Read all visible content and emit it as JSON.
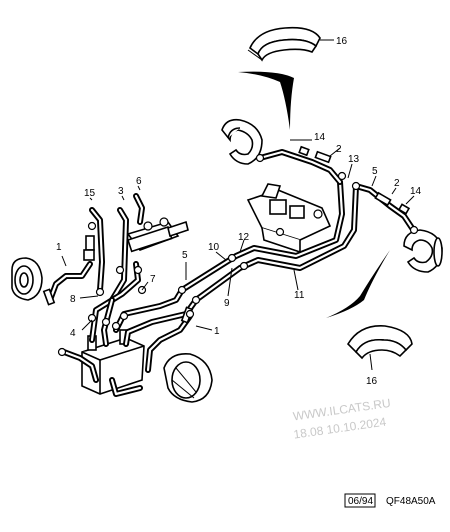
{
  "callouts": [
    {
      "id": "c16a",
      "text": "16"
    },
    {
      "id": "c14a",
      "text": "14"
    },
    {
      "id": "c2a",
      "text": "2"
    },
    {
      "id": "c13",
      "text": "13"
    },
    {
      "id": "c5a",
      "text": "5"
    },
    {
      "id": "c2b",
      "text": "2"
    },
    {
      "id": "c14b",
      "text": "14"
    },
    {
      "id": "c15",
      "text": "15"
    },
    {
      "id": "c3",
      "text": "3"
    },
    {
      "id": "c6",
      "text": "6"
    },
    {
      "id": "c1a",
      "text": "1"
    },
    {
      "id": "c8",
      "text": "8"
    },
    {
      "id": "c7",
      "text": "7"
    },
    {
      "id": "c10",
      "text": "10"
    },
    {
      "id": "c12",
      "text": "12"
    },
    {
      "id": "c5b",
      "text": "5"
    },
    {
      "id": "c9",
      "text": "9"
    },
    {
      "id": "c11",
      "text": "11"
    },
    {
      "id": "c4",
      "text": "4"
    },
    {
      "id": "c1b",
      "text": "1"
    },
    {
      "id": "c16b",
      "text": "16"
    }
  ],
  "watermark": {
    "line1": "WWW.ILCATS.RU",
    "line2": "18.08 10.10.2024"
  },
  "footer": {
    "date_code": "06/94",
    "reference": "QF48A50A"
  }
}
